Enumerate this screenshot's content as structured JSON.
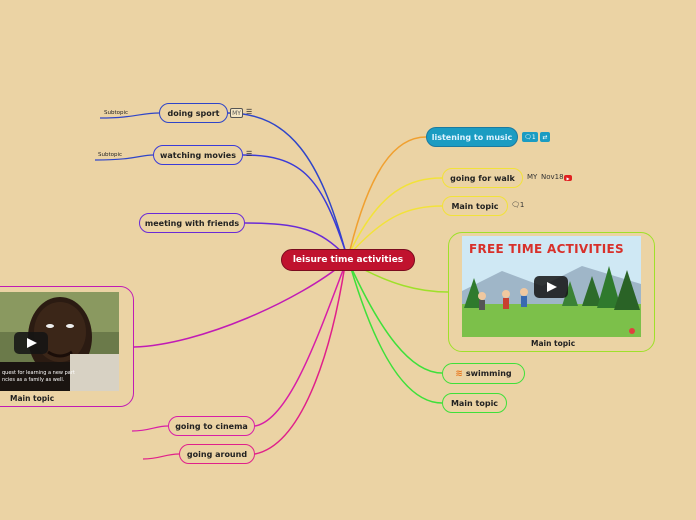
{
  "central": {
    "label": "leisure time activities"
  },
  "left_topics": {
    "doing_sport": {
      "label": "doing sport",
      "subtopic": "Subtopic",
      "badge": "MY",
      "notes_icon": "notes-icon"
    },
    "watching_movies": {
      "label": "watching movies",
      "subtopic": "Subtopic",
      "notes_icon": "notes-icon"
    },
    "meeting_friends": {
      "label": "meeting with friends"
    },
    "video_topic": {
      "label": "Main topic",
      "caption_line1": "quest for learning a new part",
      "caption_line2": "ncies as a family as well."
    },
    "going_cinema": {
      "label": "going to cinema"
    },
    "going_around": {
      "label": "going around"
    }
  },
  "right_topics": {
    "listening_music": {
      "label": "listening to music",
      "comment_count": "1",
      "icons": [
        "comment-icon",
        "link-icon"
      ]
    },
    "going_walk": {
      "label": "going for walk",
      "badge": "MY",
      "date": "Nov18",
      "icon": "youtube-icon"
    },
    "main_topic_1": {
      "label": "Main topic",
      "comment_count": "1",
      "icon": "comment-icon"
    },
    "free_time": {
      "label": "Main topic",
      "image_title": "FREE TIME ACTIVITIES"
    },
    "swimming": {
      "label": "swimming",
      "icon": "swimmer-icon"
    },
    "main_topic_2": {
      "label": "Main topic"
    }
  },
  "colors": {
    "background": "#ebd3a4",
    "central": "#c0122e",
    "blue": "#2f45c8",
    "purple": "#6a2bd6",
    "magenta": "#c11bb5",
    "pink": "#e0208a",
    "orange": "#f0a030",
    "cyan": "#1b9cc2",
    "yellow": "#f2e23a",
    "lime": "#9fe02a",
    "green": "#3fe03a"
  }
}
